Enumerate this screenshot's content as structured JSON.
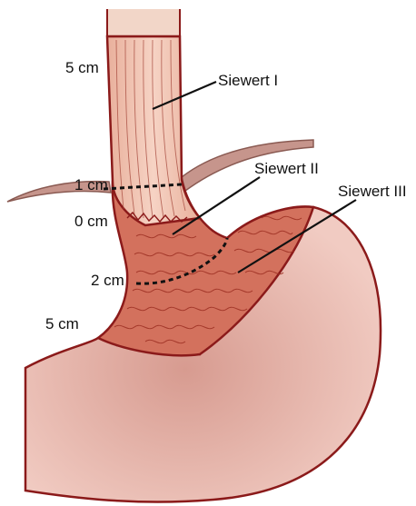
{
  "labels": {
    "esophagus_top": "5 cm",
    "cm_1": "1 cm",
    "cm_0": "0 cm",
    "cm_2": "2 cm",
    "stomach_5": "5 cm",
    "type_1": "Siewert I",
    "type_2": "Siewert II",
    "type_3": "Siewert III"
  },
  "colors": {
    "outline": "#8b1a1a",
    "esophagus_fill": "#f0c2b0",
    "cardia_fill": "#d06a55",
    "stomach_fill": "#e3aba0",
    "diaphragm_fill": "#c6958c"
  }
}
